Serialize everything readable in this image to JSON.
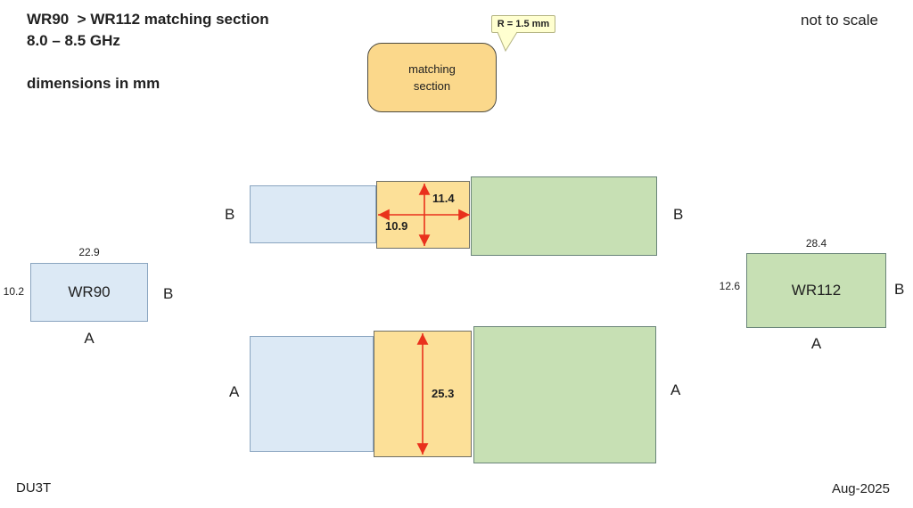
{
  "header": {
    "title_line1": "WR90  > WR112 matching section",
    "title_line2": "8.0 – 8.5 GHz",
    "dimensions_note": "dimensions in mm",
    "scale_note": "not to scale"
  },
  "legend": {
    "matching_box_label": "matching\nsection",
    "radius_callout": "R = 1.5 mm"
  },
  "b_view": {
    "left_label": "B",
    "right_label": "B",
    "b_dim": "11.4",
    "length_dim": "10.9"
  },
  "a_view": {
    "left_label": "A",
    "right_label": "A",
    "a_dim": "25.3"
  },
  "wr90": {
    "name": "WR90",
    "a_dim": "22.9",
    "b_dim": "10.2",
    "b_side_label": "B",
    "a_side_label": "A"
  },
  "wr112": {
    "name": "WR112",
    "a_dim": "28.4",
    "b_dim": "12.6",
    "b_side_label": "B",
    "a_side_label": "A"
  },
  "footer": {
    "left": "DU3T",
    "right": "Aug-2025"
  },
  "colors": {
    "wr90_fill": "#dce9f5",
    "wr90_border": "#8aa5c0",
    "matching_fill": "#fce098",
    "matching_border": "#6f6f65",
    "wr112_fill": "#c7e0b4",
    "wr112_border": "#6a8579",
    "legend_matching_fill": "#fbd88b",
    "legend_matching_border": "#4c4a40",
    "callout_fill": "#ffffd0",
    "callout_border": "#b5b584",
    "arrow": "#e9311c",
    "text": "#212121"
  }
}
